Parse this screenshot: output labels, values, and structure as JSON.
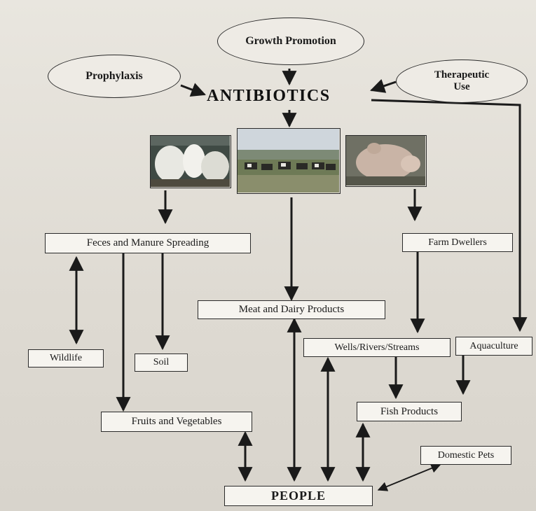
{
  "diagram": {
    "title": "ANTIBIOTICS",
    "sources": {
      "prophylaxis": "Prophylaxis",
      "growth_promotion": "Growth Promotion",
      "therapeutic_line1": "Therapeutic",
      "therapeutic_line2": "Use"
    },
    "photos": {
      "left": "poultry-photo",
      "center": "cattle-herd-photo",
      "right": "pig-photo"
    },
    "nodes": {
      "feces": "Feces and Manure Spreading",
      "farm_dwellers": "Farm Dwellers",
      "meat_dairy": "Meat and Dairy Products",
      "wildlife": "Wildlife",
      "soil": "Soil",
      "wells": "Wells/Rivers/Streams",
      "aquaculture": "Aquaculture",
      "fish": "Fish Products",
      "fruits": "Fruits and Vegetables",
      "pets": "Domestic Pets",
      "people": "PEOPLE"
    },
    "colors": {
      "ink": "#1a1a1a",
      "paper": "#e4e0d8",
      "box": "#f6f4ef"
    }
  }
}
